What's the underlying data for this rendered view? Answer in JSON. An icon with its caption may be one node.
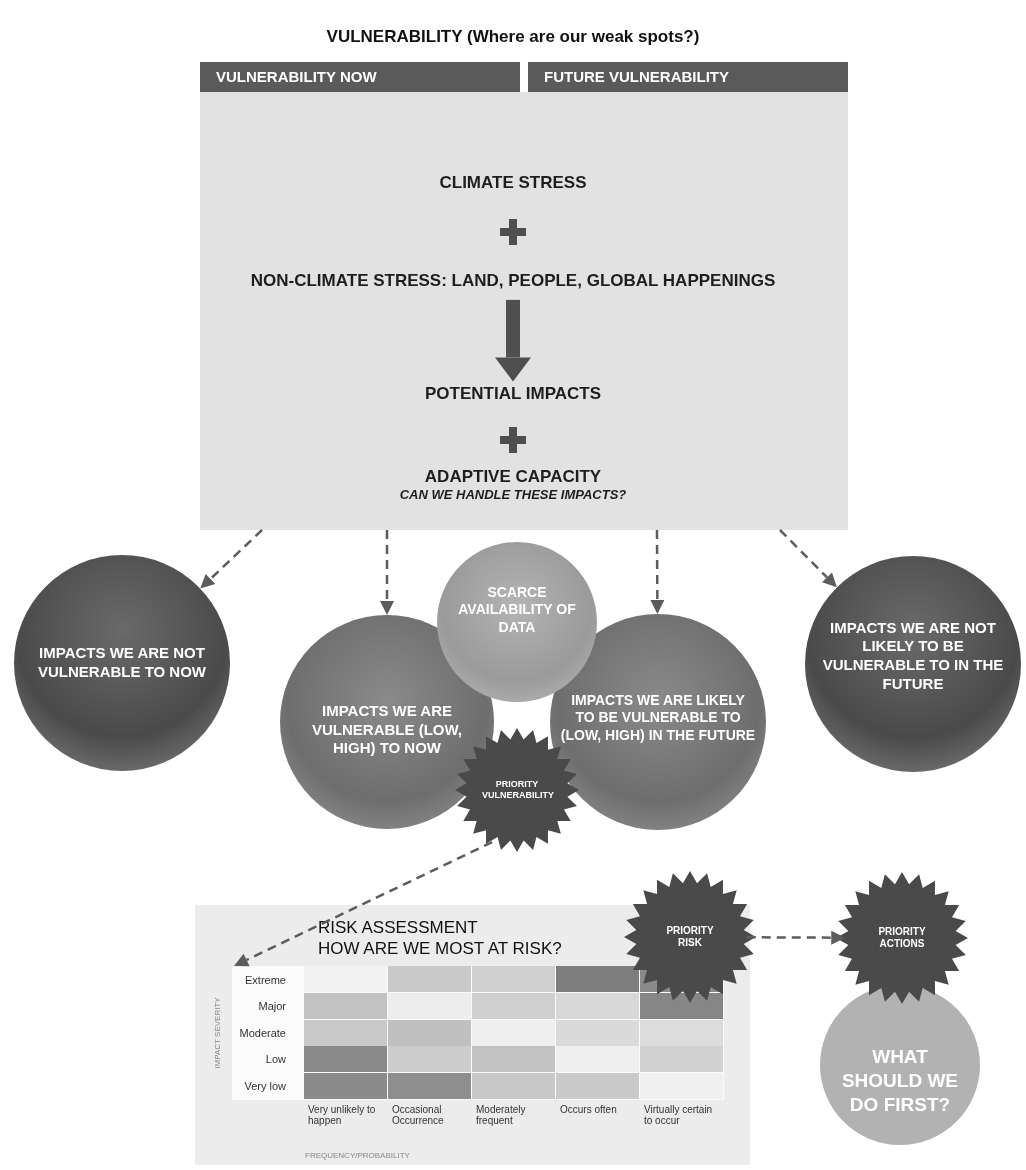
{
  "diagram": {
    "title": "VULNERABILITY (Where are our weak spots?)",
    "nodes": [
      {
        "text": [
          "VULNERABILITY NOW"
        ]
      },
      {
        "text": [
          "FUTURE VULNERABILITY"
        ]
      },
      {
        "text": [],
        "shape": "box"
      },
      {
        "text": [
          "CLIMATE STRESS"
        ],
        "in": 2
      },
      {
        "text": [
          "NON-CLIMATE STRESS: LAND, PEOPLE, GLOBAL HAPPENINGS"
        ],
        "in": 2
      },
      {
        "text": [
          "POTENTIAL IMPACTS"
        ],
        "in": 2
      },
      {
        "text": [
          "ADAPTIVE CAPACITY",
          "CAN WE HANDLE THESE IMPACTS?"
        ],
        "in": 2
      },
      {
        "text": [
          "IMPACTS WE ARE NOT VULNERABLE TO NOW"
        ]
      },
      {
        "text": [
          "IMPACTS WE ARE VULNERABLE  (LOW, HIGH) TO NOW"
        ]
      },
      {
        "text": [
          "SCARCE AVAILABILITY OF DATA"
        ]
      },
      {
        "text": [
          "IMPACTS WE ARE LIKELY TO BE VULNERABLE TO (LOW, HIGH) IN THE FUTURE"
        ]
      },
      {
        "text": [
          "IMPACTS WE ARE NOT LIKELY TO BE VULNERABLE TO IN THE FUTURE"
        ]
      },
      {
        "text": [
          "PRIORITY VULNERABILITY"
        ]
      },
      {
        "text": [
          "RISK ASSESSMENT",
          "HOW ARE WE MOST AT RISK?"
        ]
      },
      {
        "text": [],
        "shape": "box",
        "in": 13
      },
      {
        "text": [
          "PRIORITY RISK"
        ]
      },
      {
        "text": [
          "PRIORITY ACTIONS"
        ]
      },
      {
        "text": [
          "WHAT SHOULD WE DO FIRST?"
        ]
      }
    ],
    "edges": [
      {
        "from": 4,
        "to": 5,
        "arrow": "to",
        "style": "thick"
      },
      {
        "from": 2,
        "to": 7,
        "arrow": "to",
        "style": "dashed"
      },
      {
        "from": 2,
        "to": 8,
        "arrow": "to",
        "style": "dashed"
      },
      {
        "from": 2,
        "to": 10,
        "arrow": "to",
        "style": "dashed"
      },
      {
        "from": 2,
        "to": 11,
        "arrow": "to",
        "style": "dashed"
      },
      {
        "from": 12,
        "to": 14,
        "arrow": "to",
        "style": "dashed"
      },
      {
        "from": 15,
        "to": 16,
        "arrow": "to",
        "style": "dashed"
      }
    ],
    "labels": [
      "Extreme",
      "Major",
      "Moderate",
      "Low",
      "Very low",
      "IMPACT SEVERITY",
      "Very unlikely to happen",
      "Occasional Occurrence",
      "Moderately frequent",
      "Occurs often",
      "Virtually certain to occur",
      "FREQUENCY/PROBABILITY"
    ]
  }
}
